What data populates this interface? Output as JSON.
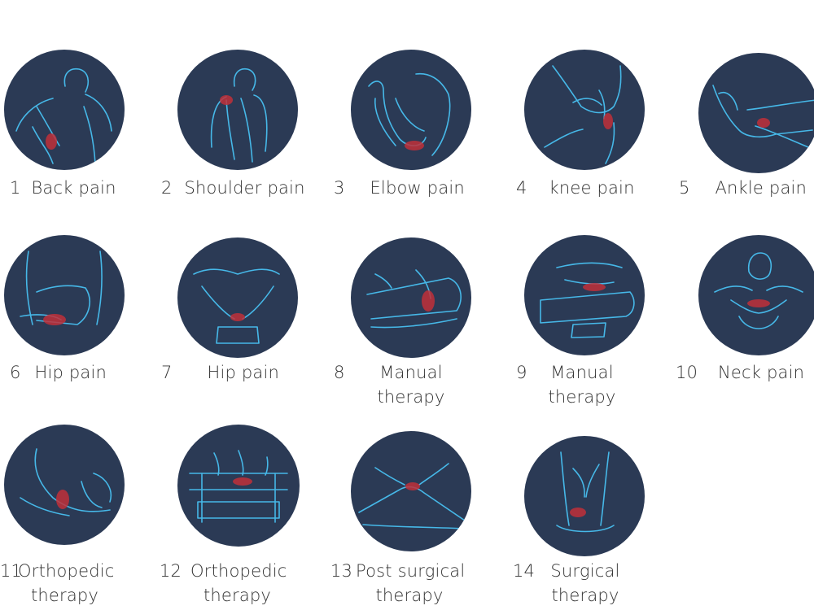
{
  "items": [
    {
      "number": "1",
      "line1": "Back pain",
      "line2": ""
    },
    {
      "number": "2",
      "line1": "Shoulder pain",
      "line2": ""
    },
    {
      "number": "3",
      "line1": "Elbow pain",
      "line2": ""
    },
    {
      "number": "4",
      "line1": "knee pain",
      "line2": ""
    },
    {
      "number": "5",
      "line1": "Ankle pain",
      "line2": ""
    },
    {
      "number": "6",
      "line1": "Hip pain",
      "line2": ""
    },
    {
      "number": "7",
      "line1": "Hip pain",
      "line2": ""
    },
    {
      "number": "8",
      "line1": "Manual",
      "line2": "therapy"
    },
    {
      "number": "9",
      "line1": "Manual",
      "line2": "therapy"
    },
    {
      "number": "10",
      "line1": "Neck pain",
      "line2": ""
    },
    {
      "number": "11",
      "line1": "Orthopedic",
      "line2": "therapy"
    },
    {
      "number": "12",
      "line1": "Orthopedic",
      "line2": "therapy"
    },
    {
      "number": "13",
      "line1": "Post surgical",
      "line2": "therapy"
    },
    {
      "number": "14",
      "line1": "Surgical",
      "line2": "therapy"
    }
  ],
  "colors": {
    "circle": "#2b3a55",
    "outline": "#46b8e8",
    "pain": "#c0303a",
    "text": "#333333"
  },
  "icons": [
    "back-pain-icon",
    "shoulder-pain-icon",
    "elbow-pain-icon",
    "knee-pain-icon",
    "ankle-pain-icon",
    "hip-pain-icon",
    "hip-pain-icon",
    "manual-therapy-icon",
    "manual-therapy-icon",
    "neck-pain-icon",
    "orthopedic-therapy-icon",
    "orthopedic-therapy-icon",
    "post-surgical-therapy-icon",
    "surgical-therapy-icon"
  ]
}
